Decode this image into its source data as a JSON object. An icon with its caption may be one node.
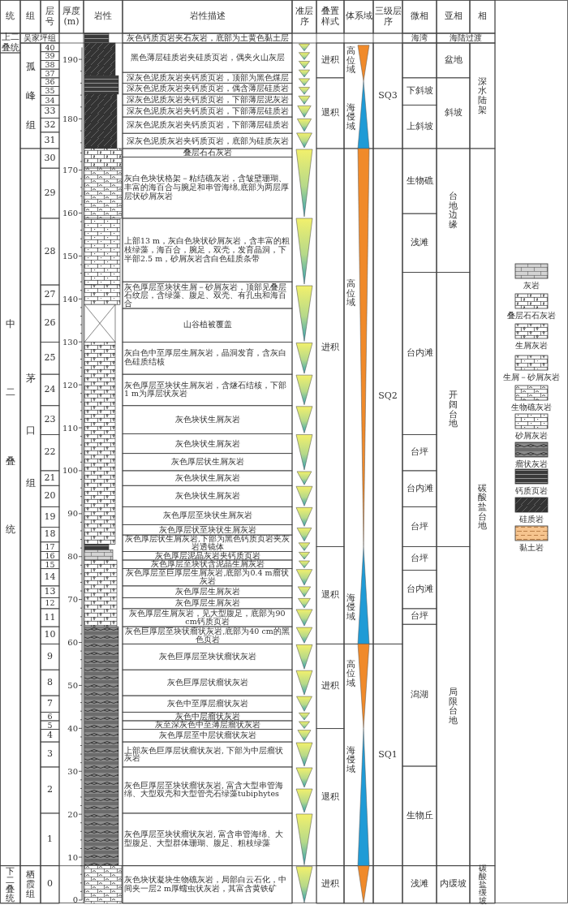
{
  "diagram": {
    "labels": [
      "统",
      "组",
      "层号",
      "厚度(m)",
      "岩性",
      "岩性描述",
      "准层序",
      "叠置样式",
      "体系域",
      "三级层序",
      "微相",
      "亚相",
      "相",
      "上二叠统",
      "吴家坪组",
      "灰色钙质页岩夹石灰岩，底部为土黄色黏土层",
      "海湾",
      "海陆过渡",
      "中二叠统",
      "孤峰组",
      "茅口组",
      "下二叠统",
      "栖霞组",
      "40",
      "39",
      "38",
      "37",
      "36",
      "35",
      "34",
      "33",
      "32",
      "31",
      "30",
      "29",
      "28",
      "27",
      "26",
      "25",
      "24",
      "23",
      "22",
      "21",
      "20",
      "19",
      "18",
      "17",
      "16",
      "15",
      "14",
      "13",
      "12",
      "11",
      "10",
      "9",
      "8",
      "7",
      "6",
      "5",
      "4",
      "3",
      "2",
      "1",
      "0",
      "190",
      "180",
      "170",
      "160",
      "150",
      "140",
      "130",
      "120",
      "110",
      "100",
      "90",
      "80",
      "70",
      "60",
      "50",
      "40",
      "30",
      "20",
      "10",
      "0",
      "黑色薄层硅质岩夹硅质页岩，偶夹火山灰层",
      "深灰色泥质灰岩夹钙质页岩，顶部为黑色煤层",
      "深灰色泥质灰岩夹钙质页岩，偶含薄层硅质岩",
      "深灰色泥质灰岩夹钙质页岩，下部薄层泥灰岩",
      "深灰色泥质灰岩夹钙质页岩，下部薄层硅质岩",
      "深灰色泥质灰岩夹钙质页岩，下部薄层硅质岩",
      "深灰色泥质灰岩夹钙质页岩，底部为硅质灰岩",
      "叠层石石灰岩",
      "灰白色块状格架－粘结礁灰岩，含皱壁珊瑚、丰富的海百合与腕足和串管海绵,底部为两层厚层状砂屑灰岩",
      "上部13 m，灰白色块状砂屑灰岩，含丰富的粗枝绿藻，海百合，腕足，双壳，发育晶洞，下半部2.5 m，砂屑灰岩含白色硅质条带",
      "灰色厚层至块状生屑－砂屑灰岩，顶部见叠层石纹层，含绿藻、腹足、双壳、有孔虫和海百合",
      "山谷植被覆盖",
      "灰白色中至厚层生屑灰岩，晶洞发育，含灰白色硅质结核",
      "灰色厚层至块状生屑灰岩，含燧石结核，下部1 m为厚层状灰岩",
      "灰色块状生屑灰岩",
      "灰色块状生屑灰岩",
      "灰色厚层状生屑灰岩",
      "灰色块状生屑灰岩",
      "灰色块状生屑灰岩",
      "灰色厚层至块状生屑灰岩",
      "灰色厚层状至块状生屑灰岩",
      "灰色厚层状生屑灰岩,下部为黑色钙质页岩夹灰岩透镜体",
      "灰色厚层泥晶灰岩夹钙质页岩",
      "灰色厚层至块状含泥晶生屑灰岩",
      "灰色厚层至巨厚层生屑灰岩,底部为0.4 m瘤状灰岩",
      "灰色厚层生屑灰岩",
      "灰色厚层生屑灰岩",
      "灰色厚层生屑灰岩，见大型腹足，底部为90 cm钙质页岩",
      "灰色巨厚层至块状瘤状灰岩,底部为40 cm的黑色页岩",
      "灰色巨厚层至块状瘤状灰岩",
      "灰色巨厚层状瘤状灰岩",
      "灰色中至厚层瘤状灰岩",
      "灰色中层瘤状灰岩",
      "灰至深灰色中至薄层瘤状灰岩",
      "灰色厚层至中层状瘤状灰岩",
      "上部灰色巨厚层状瘤状灰岩, 下部为中层瘤状灰岩",
      "灰色巨厚层至块状瘤状灰岩, 富含大型串管海绵、大型双壳和大型管壳石绿藻tubiphytes",
      "灰色厚层至块状瘤状灰岩, 富含串管海绵、大型腹足、大型群体珊瑚、腹足、粗枝绿藻",
      "灰色块状凝块生物礁灰岩，局部白云石化，中间夹一层2 m厚蠕虫状灰岩，其富含黄铁矿",
      "进积",
      "退积",
      "进积",
      "退积",
      "进积",
      "退积",
      "进积",
      "高位域",
      "海侵域",
      "高位域",
      "海侵域",
      "高位域",
      "海侵域",
      "SQ3",
      "SQ2",
      "SQ1",
      "下斜坡",
      "上斜坡",
      "生物礁",
      "浅滩",
      "台内滩",
      "台坪",
      "台内滩",
      "台坪",
      "台坪",
      "台内滩",
      "台坪",
      "潟湖",
      "生物丘",
      "浅滩",
      "盆地",
      "斜坡",
      "台地边缘",
      "开阔台地",
      "局限台地",
      "内缓坡",
      "深水陆架",
      "碳酸盐台地",
      "碳酸盐缓坡"
    ],
    "legend": [
      {
        "text": "灰岩"
      },
      {
        "text": "叠层石石灰岩"
      },
      {
        "text": "生屑灰岩"
      },
      {
        "text": "生屑－砂屑灰岩"
      },
      {
        "text": "生物礁灰岩"
      },
      {
        "text": "砂屑灰岩"
      },
      {
        "text": "瘤状灰岩"
      },
      {
        "text": "钙质页岩"
      },
      {
        "text": "硅质岩"
      },
      {
        "text": "黏土岩"
      }
    ]
  }
}
